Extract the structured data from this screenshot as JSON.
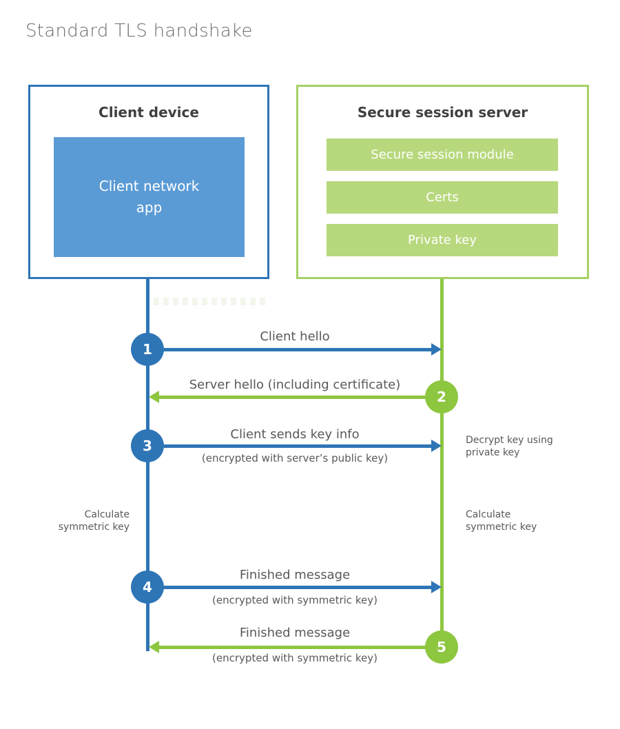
{
  "title": "Standard TLS handshake",
  "colors": {
    "client_blue": "#2e75b6",
    "client_fill_blue": "#5b9bd5",
    "server_green": "#8dc63f",
    "server_border_green": "#a5d163",
    "server_fill_green": "#b7d87d",
    "heading_text": "#3f3f3f",
    "label_text": "#58595b"
  },
  "client": {
    "title": "Client device",
    "app_label": "Client network\napp"
  },
  "server": {
    "title": "Secure session server",
    "modules": [
      "Secure session module",
      "Certs",
      "Private key"
    ]
  },
  "steps": [
    {
      "number": "1",
      "label": "Client hello",
      "sublabel": "",
      "direction": "right",
      "color": "blue"
    },
    {
      "number": "2",
      "label": "Server hello (including certificate)",
      "sublabel": "",
      "direction": "left",
      "color": "green"
    },
    {
      "number": "3",
      "label": "Client sends key info",
      "sublabel": "(encrypted with server’s public key)",
      "direction": "right",
      "color": "blue"
    },
    {
      "number": "4",
      "label": "Finished message",
      "sublabel": "(encrypted with symmetric key)",
      "direction": "right",
      "color": "blue"
    },
    {
      "number": "5",
      "label": "Finished message",
      "sublabel": "(encrypted with symmetric key)",
      "direction": "left",
      "color": "green"
    }
  ],
  "notes": {
    "decrypt": "Decrypt key using\nprivate key",
    "calculate_left": "Calculate\nsymmetric key",
    "calculate_right": "Calculate\nsymmetric key"
  }
}
